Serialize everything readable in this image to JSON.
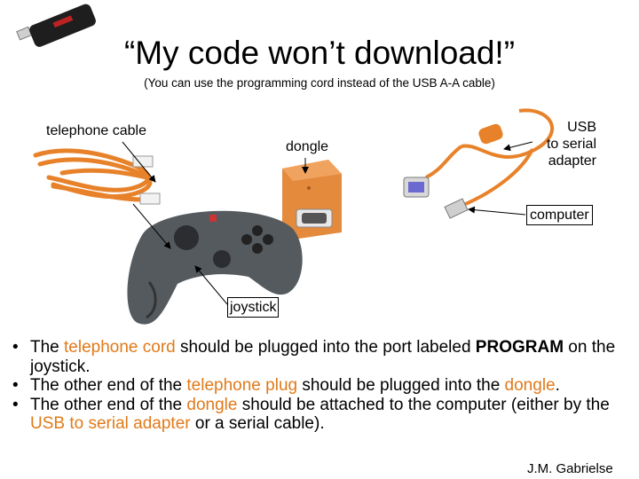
{
  "title": "“My code won’t download!”",
  "subtitle": "(You can use the programming cord instead of the USB A-A cable)",
  "labels": {
    "telephone_cable": "telephone cable",
    "dongle": "dongle",
    "usb_line1": "USB",
    "usb_line2": "to serial",
    "usb_line3": "adapter",
    "computer": "computer",
    "joystick": "joystick"
  },
  "bullets": [
    {
      "t1": "The ",
      "h1": "telephone cord",
      "t2": " should be plugged into the port labeled ",
      "b1": "PROGRAM",
      "t3": " on the joystick."
    },
    {
      "t1": "The other end of the ",
      "h1": "telephone plug",
      "t2": " should be plugged into the ",
      "h2": "dongle",
      "t3": "."
    },
    {
      "t1": "The other end of the ",
      "h1": "dongle",
      "t2": " should be attached to the computer (either by the ",
      "h2": "USB to serial adapter",
      "t3": " or a serial cable)."
    }
  ],
  "bullet_symbol": "•",
  "author": "J.M. Gabrielse",
  "colors": {
    "highlight": "#e07a1a",
    "cable_orange": "#e8822a",
    "joystick_gray": "#555a5e"
  }
}
